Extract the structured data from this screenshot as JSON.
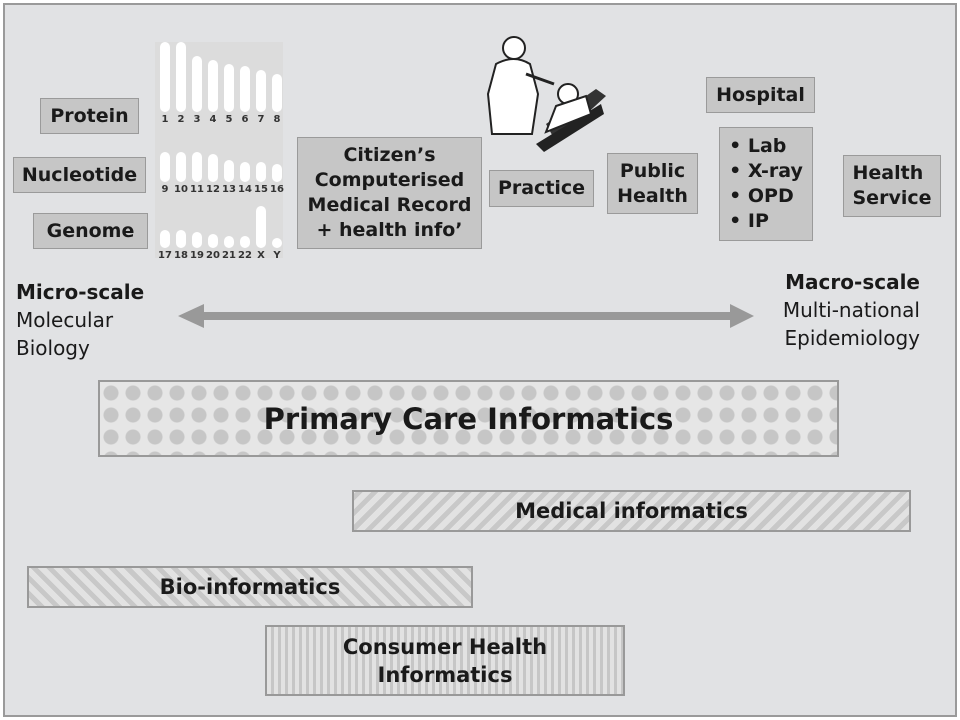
{
  "micro_labels": {
    "protein": "Protein",
    "nucleotide": "Nucleotide",
    "genome": "Genome"
  },
  "karyotype": {
    "rows": [
      [
        "1",
        "2",
        "3",
        "4",
        "5",
        "6",
        "7",
        "8"
      ],
      [
        "9",
        "10",
        "11",
        "12",
        "13",
        "14",
        "15",
        "16"
      ],
      [
        "17",
        "18",
        "19",
        "20",
        "21",
        "22",
        "X",
        "Y"
      ]
    ]
  },
  "citizen_record": {
    "line1": "Citizen’s",
    "line2": "Computerised",
    "line3": "Medical Record",
    "line4": "+ health info’"
  },
  "practice": "Practice",
  "public_health": {
    "line1": "Public",
    "line2": "Health"
  },
  "hospital": "Hospital",
  "hospital_items": [
    "• Lab",
    "• X-ray",
    "• OPD",
    "• IP"
  ],
  "health_service": {
    "line1": "Health",
    "line2": "Service"
  },
  "micro_scale": {
    "title": "Micro-scale",
    "line1": "Molecular",
    "line2": "Biology"
  },
  "macro_scale": {
    "title": "Macro-scale",
    "line1": "Multi-national",
    "line2": "Epidemiology"
  },
  "bands": {
    "primary": "Primary Care Informatics",
    "medical": "Medical informatics",
    "bio": "Bio-informatics",
    "consumer_line1": "Consumer Health",
    "consumer_line2": "Informatics"
  }
}
